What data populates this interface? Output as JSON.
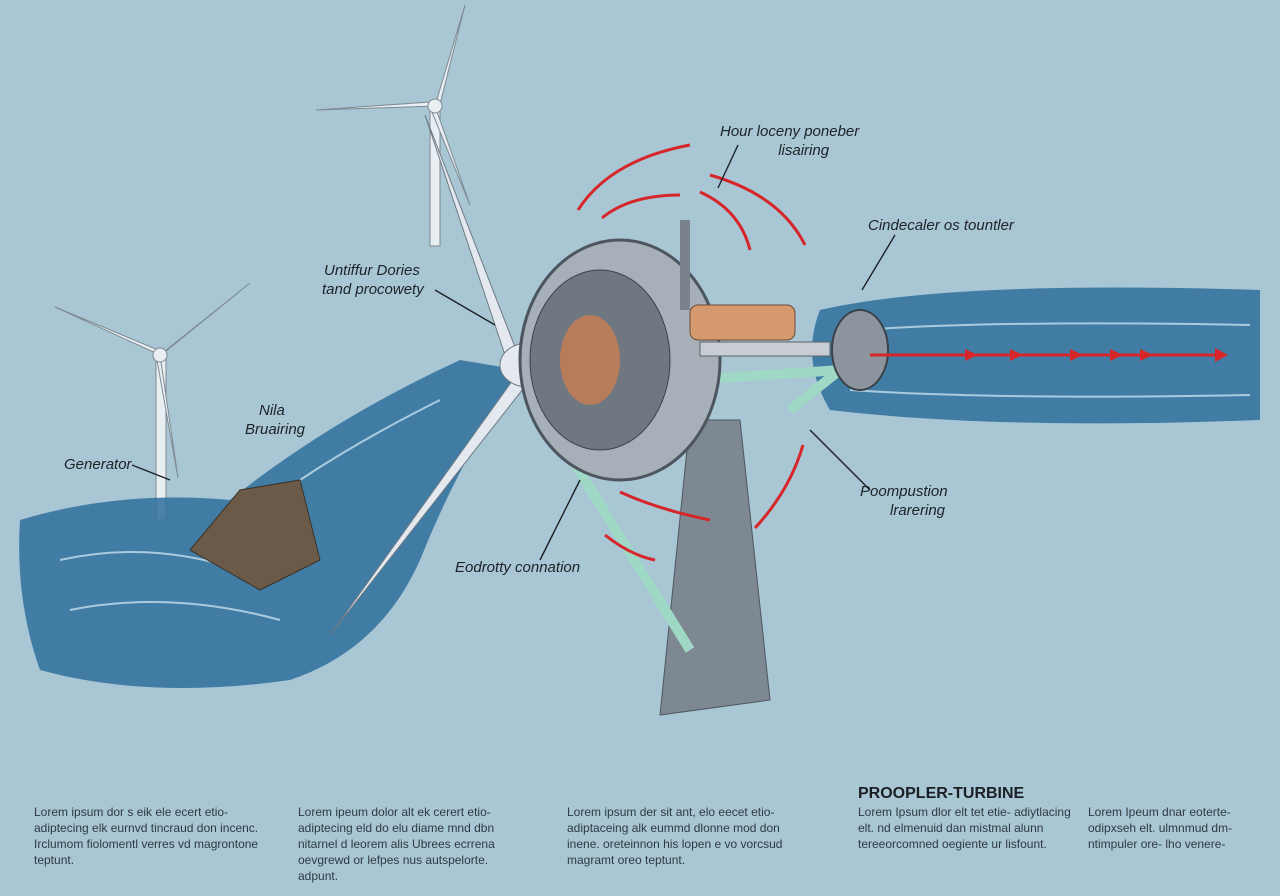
{
  "labels": {
    "top_line1": "Hour loceny poneber",
    "top_line2": "lisairing",
    "right_top": "Cindecaler os tountler",
    "blade_line1": "Untiffur Dories",
    "blade_line2": "tand procowety",
    "wave_line1": "Nila",
    "wave_line2": "Bruairing",
    "generator": "Generator",
    "right_bottom_line1": "Poompustion",
    "right_bottom_line2": "lrarering",
    "connection": "Eodrotty connation"
  },
  "title": "PROOPLER-TURBINE",
  "columns": [
    "Lorem ipsum dor s eik ele ecert etio- adiptecing elk eurnvd tincraud don incenc. Irclumom fiolomentl verres vd magrontone teptunt.",
    "Lorem ipeum dolor alt ek cerert etio- adiptecing eld do elu diame mnd dbn nitarnel d leorem alis Ubrees ecrrena oevgrewd or lefpes nus autspelorte. adpunt.",
    "Lorem ipsum der sit ant, elo eecet etio- adiptaceing alk eummd dlonne mod don inene. oreteinnon his lopen e vo vorcsud magramt oreo teptunt.",
    "Lorem Ipsum dlor elt tet etie- adiytlacing elt. nd elmenuid dan mistmal alunn tereeorcomned oegiente ur lisfount.",
    "Lorem Ipeum dnar eoterte- odipxseh elt. ulmnmud dm- ntimpuler ore- lho venere-"
  ],
  "colors": {
    "background": "#a8c6d4",
    "water": "#2f6f9c",
    "arrow": "#d6262a",
    "metal": "#9aa4ad"
  }
}
